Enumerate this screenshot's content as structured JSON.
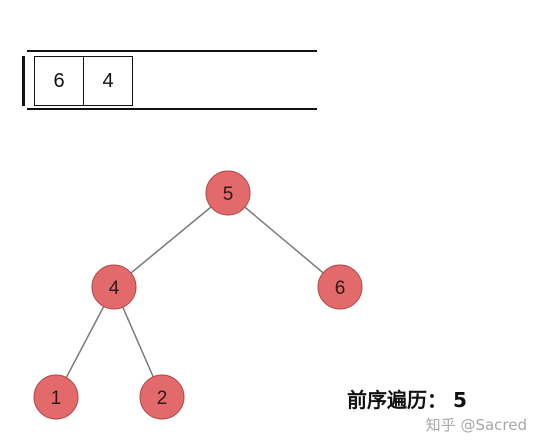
{
  "stack": {
    "cells": [
      "6",
      "4"
    ]
  },
  "tree": {
    "node_fill": "#e36a6a",
    "node_stroke": "#b34848",
    "edge_color": "#7a7a7a",
    "nodes": [
      {
        "id": "n5",
        "label": "5"
      },
      {
        "id": "n4",
        "label": "4"
      },
      {
        "id": "n6",
        "label": "6"
      },
      {
        "id": "n1",
        "label": "1"
      },
      {
        "id": "n2",
        "label": "2"
      }
    ],
    "edges": [
      [
        "n5",
        "n4"
      ],
      [
        "n5",
        "n6"
      ],
      [
        "n4",
        "n1"
      ],
      [
        "n4",
        "n2"
      ]
    ]
  },
  "caption": {
    "label": "前序遍历：",
    "value": "5"
  },
  "watermark": "知乎 @Sacred"
}
